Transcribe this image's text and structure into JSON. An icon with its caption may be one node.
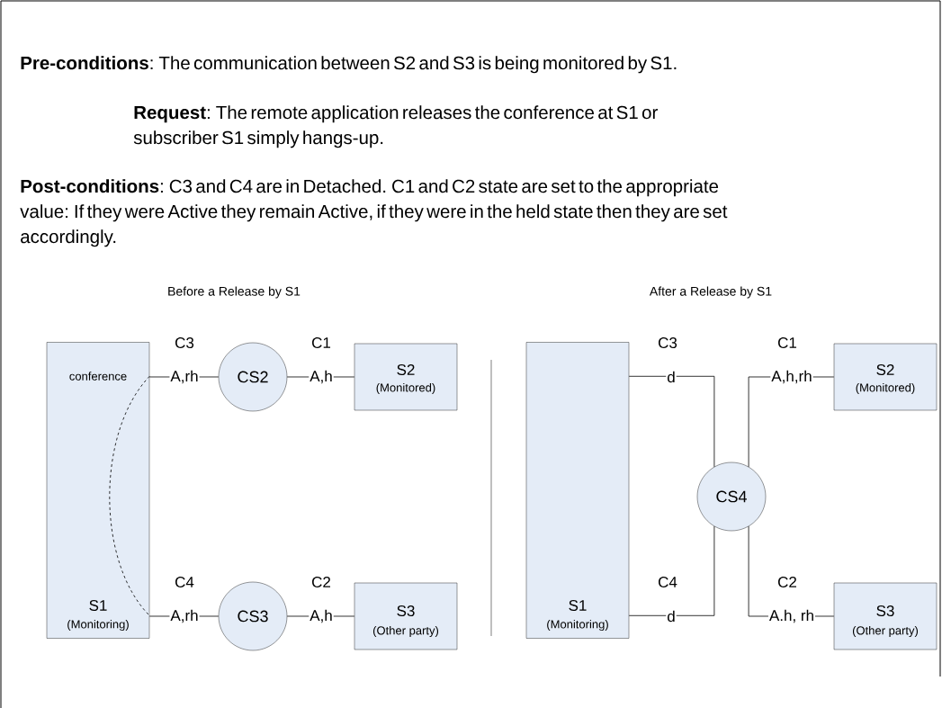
{
  "diagram": {
    "nodes": [
      {
        "text": [
          "conference",
          "S1",
          "(Monitoring)"
        ]
      },
      {
        "text": [
          "CS2"
        ]
      },
      {
        "text": [
          "S2",
          "(Monitored)"
        ]
      },
      {
        "text": [
          "CS3"
        ]
      },
      {
        "text": [
          "S3",
          "(Other party)"
        ]
      },
      {
        "text": [
          "S1",
          "(Monitoring)"
        ]
      },
      {
        "text": [
          "CS4"
        ]
      },
      {
        "text": [
          "S2",
          "(Monitored)"
        ]
      },
      {
        "text": [
          "S3",
          "(Other party)"
        ]
      }
    ],
    "edges": [
      {
        "from": 0,
        "to": 1,
        "arrow": "none",
        "label": "A,rh"
      },
      {
        "from": 1,
        "to": 2,
        "arrow": "none",
        "label": "A,h"
      },
      {
        "from": 0,
        "to": 3,
        "arrow": "none",
        "label": "A,rh"
      },
      {
        "from": 3,
        "to": 4,
        "arrow": "none",
        "label": "A,h"
      },
      {
        "from": 0,
        "to": 0,
        "arrow": "none",
        "style": "dashed"
      },
      {
        "from": 5,
        "to": 6,
        "arrow": "none",
        "label": "d"
      },
      {
        "from": 5,
        "to": 6,
        "arrow": "none",
        "label": "d"
      },
      {
        "from": 6,
        "to": 7,
        "arrow": "none",
        "label": "A,h,rh"
      },
      {
        "from": 6,
        "to": 8,
        "arrow": "none",
        "label": "A.h, rh"
      }
    ],
    "labels": [
      "**Pre-conditions**:  The communication between S2 and S3 is being monitored by S1.",
      "**Request**:  The remote application releases the conference at S1 or subscriber S1 simply hangs-up.",
      "**Post-conditions**:  C3 and C4 are in Detached.  C1 and C2 state are set to the appropriate value:  If they were Active they remain Active, if they were in the held state then they are set accordingly.",
      "Before a Release by S1",
      "C3",
      "C1",
      "C4",
      "C2",
      "After a Release by S1",
      "C3",
      "C1",
      "C4",
      "C2"
    ]
  }
}
